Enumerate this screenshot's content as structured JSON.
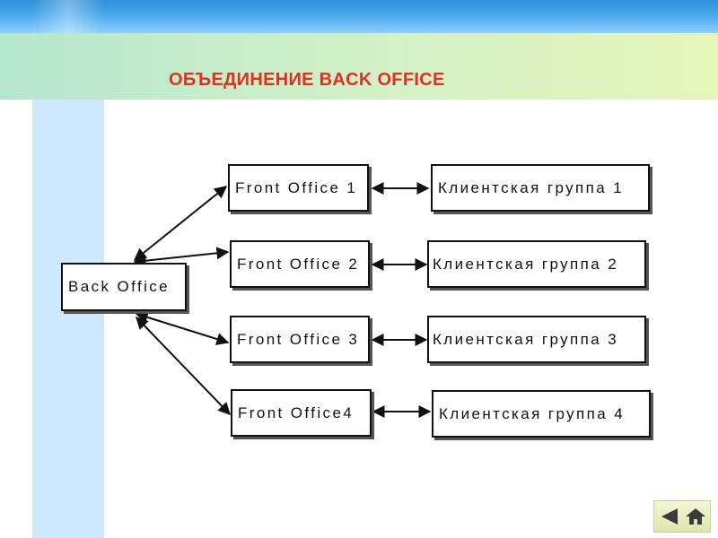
{
  "slide": {
    "title": "ОБЪЕДИНЕНИЕ BACK OFFICE"
  },
  "diagram": {
    "back_office": "Back Office",
    "front_offices": [
      "Front Office 1",
      "Front Office 2",
      "Front Office 3",
      "Front Office4"
    ],
    "client_groups": [
      "Клиентская группа 1",
      "Клиентская группа 2",
      "Клиентская группа 3",
      "Клиентская группа 4"
    ]
  },
  "navigation": {
    "prev_icon": "left-triangle-icon",
    "home_icon": "home-icon"
  },
  "colors": {
    "title": "#e0301e",
    "header_bar": "#4aa8ec",
    "title_band": "#d4f1c7",
    "side_strip": "#cfe8fb"
  }
}
